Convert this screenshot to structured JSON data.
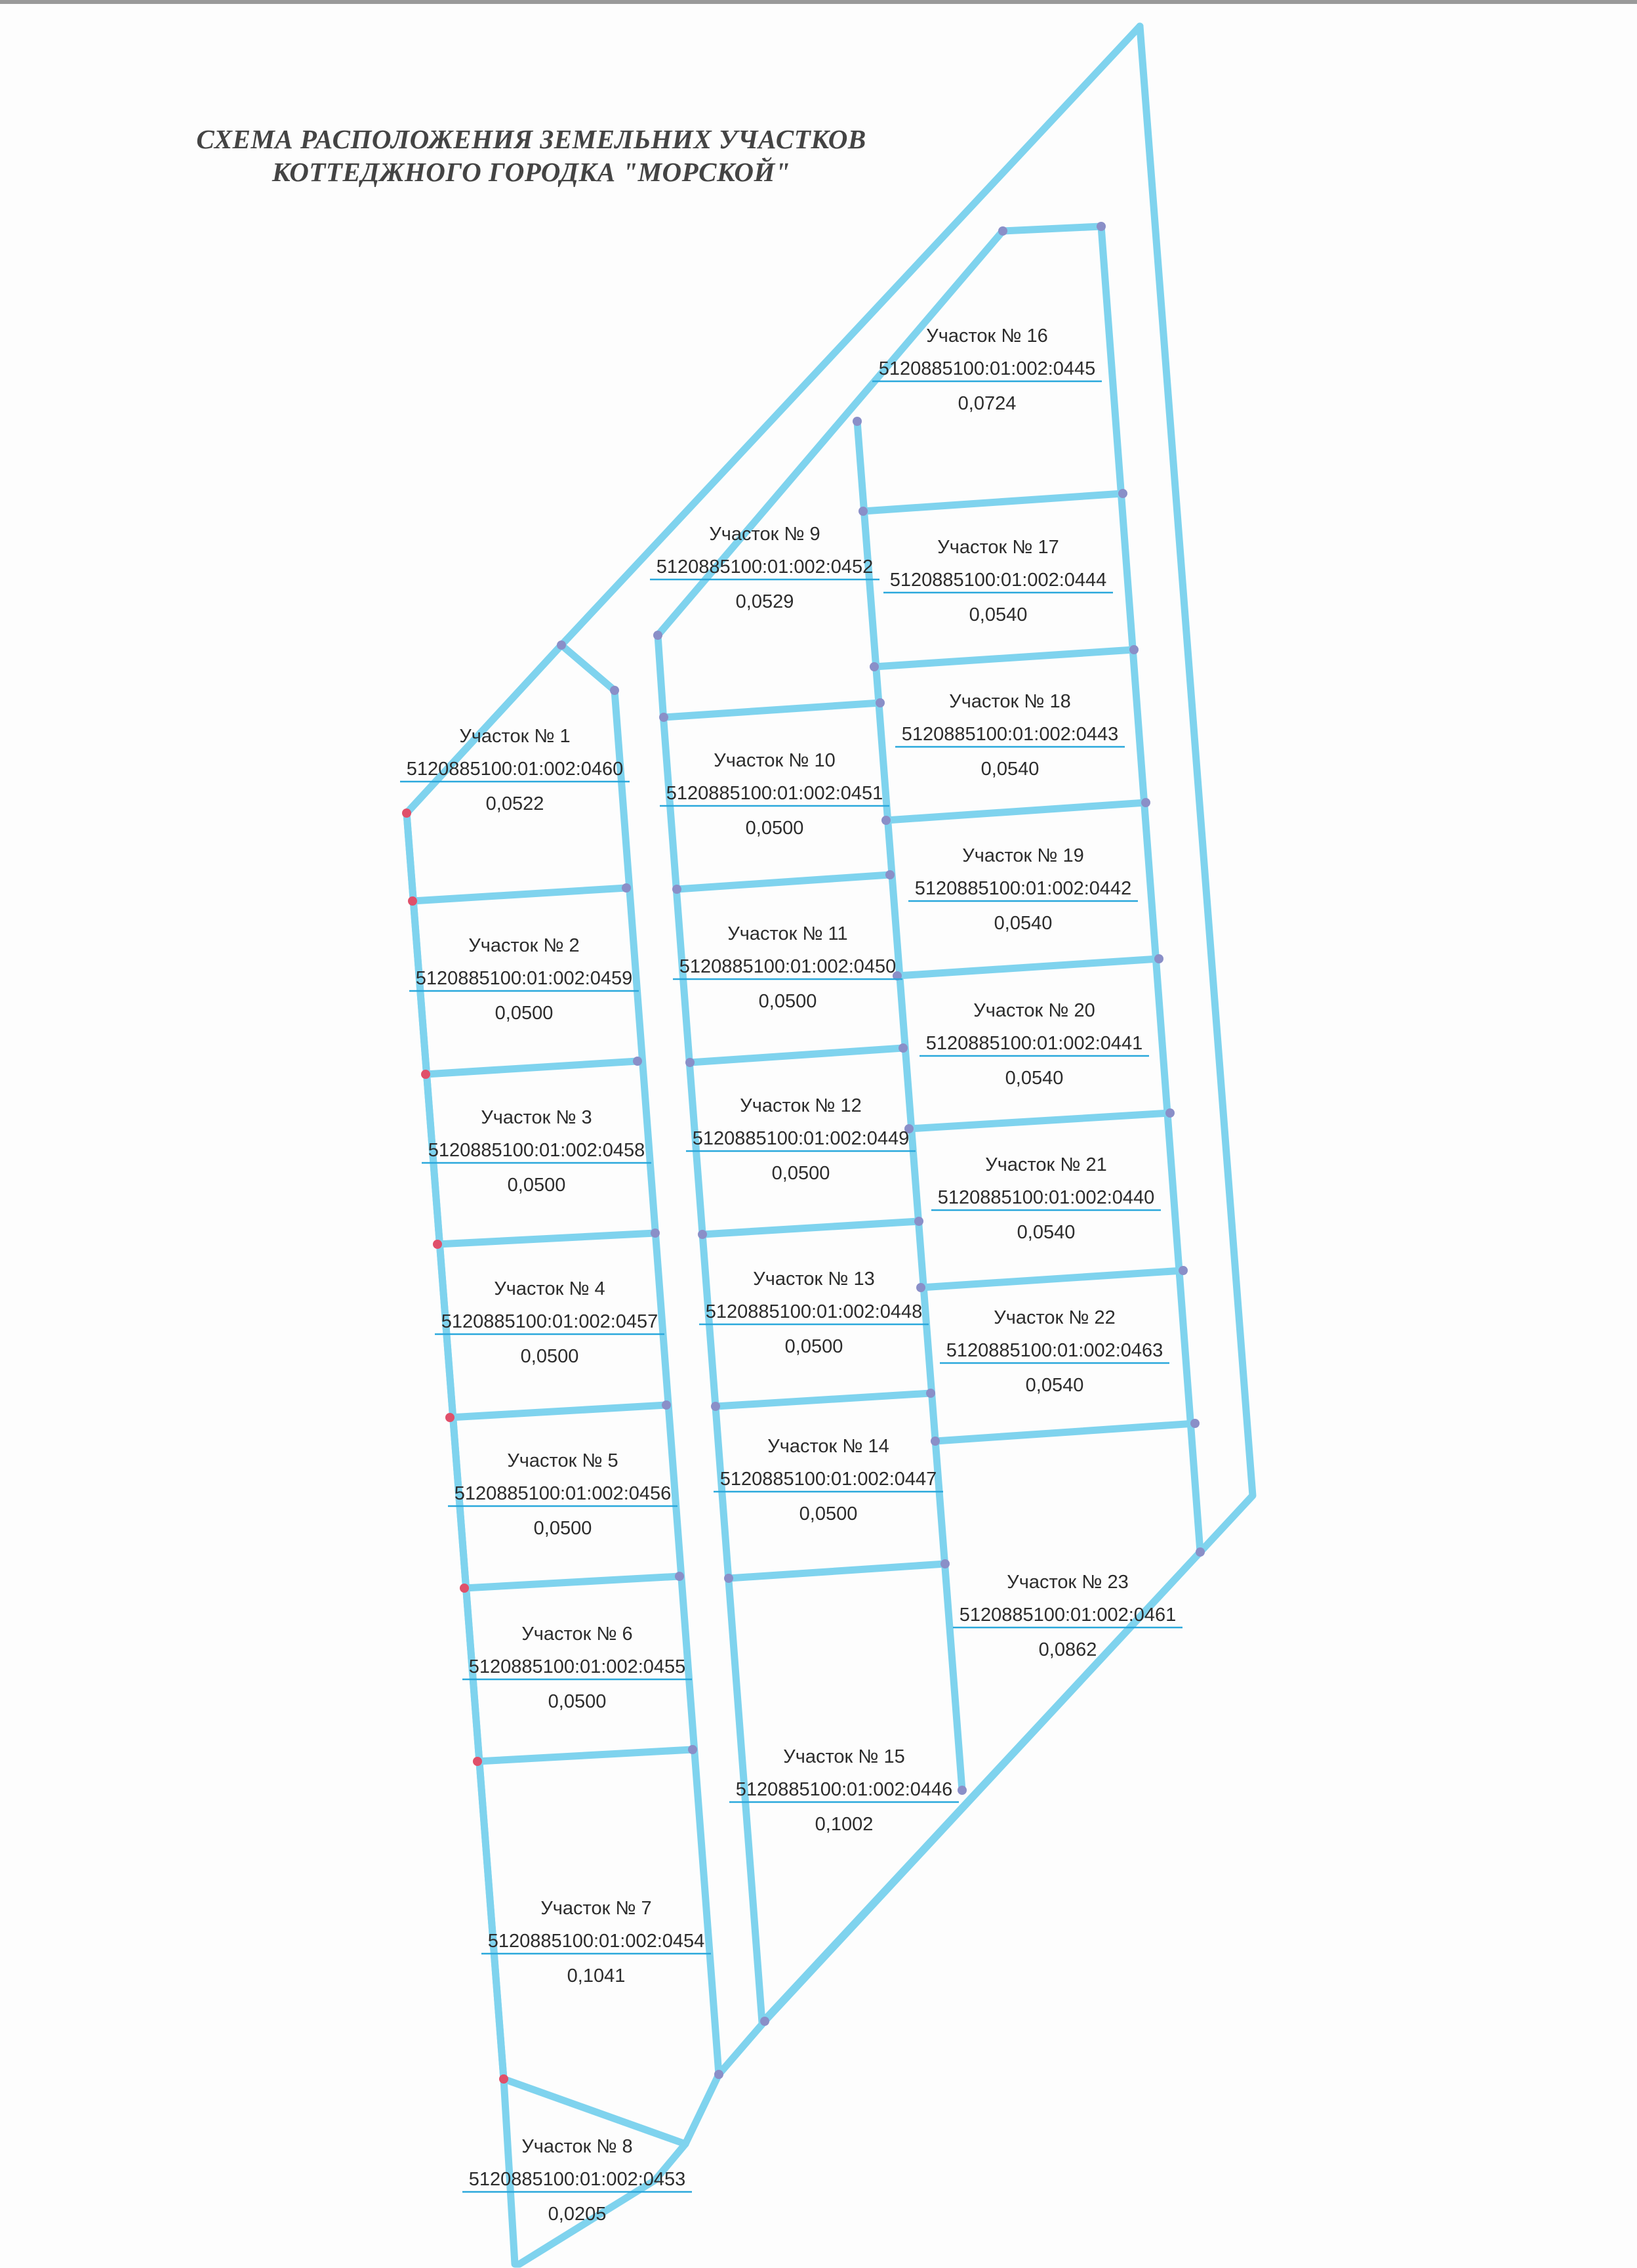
{
  "title": {
    "line1": "СХЕМА РАСПОЛОЖЕНИЯ ЗЕМЕЛЬНИХ УЧАСТКОВ",
    "line2": "КОТТЕДЖНОГО ГОРОДКА \"МОРСКОЙ\""
  },
  "colors": {
    "boundary": "#7fd3ee",
    "vertex_red": "#e0506a",
    "vertex_blue": "#8a8fc8",
    "text": "#2c2c2c",
    "underline": "#2aa8dc"
  },
  "plots": [
    {
      "name": "Участок № 1",
      "cadastral": "5120885100:01:002:0460",
      "area": "0,0522"
    },
    {
      "name": "Участок № 2",
      "cadastral": "5120885100:01:002:0459",
      "area": "0,0500"
    },
    {
      "name": "Участок № 3",
      "cadastral": "5120885100:01:002:0458",
      "area": "0,0500"
    },
    {
      "name": "Участок № 4",
      "cadastral": "5120885100:01:002:0457",
      "area": "0,0500"
    },
    {
      "name": "Участок № 5",
      "cadastral": "5120885100:01:002:0456",
      "area": "0,0500"
    },
    {
      "name": "Участок № 6",
      "cadastral": "5120885100:01:002:0455",
      "area": "0,0500"
    },
    {
      "name": "Участок № 7",
      "cadastral": "5120885100:01:002:0454",
      "area": "0,1041"
    },
    {
      "name": "Участок № 8",
      "cadastral": "5120885100:01:002:0453",
      "area": "0,0205"
    },
    {
      "name": "Участок № 9",
      "cadastral": "5120885100:01:002:0452",
      "area": "0,0529"
    },
    {
      "name": "Участок № 10",
      "cadastral": "5120885100:01:002:0451",
      "area": "0,0500"
    },
    {
      "name": "Участок № 11",
      "cadastral": "5120885100:01:002:0450",
      "area": "0,0500"
    },
    {
      "name": "Участок № 12",
      "cadastral": "5120885100:01:002:0449",
      "area": "0,0500"
    },
    {
      "name": "Участок № 13",
      "cadastral": "5120885100:01:002:0448",
      "area": "0,0500"
    },
    {
      "name": "Участок № 14",
      "cadastral": "5120885100:01:002:0447",
      "area": "0,0500"
    },
    {
      "name": "Участок № 15",
      "cadastral": "5120885100:01:002:0446",
      "area": "0,1002"
    },
    {
      "name": "Участок № 16",
      "cadastral": "5120885100:01:002:0445",
      "area": "0,0724"
    },
    {
      "name": "Участок № 17",
      "cadastral": "5120885100:01:002:0444",
      "area": "0,0540"
    },
    {
      "name": "Участок № 18",
      "cadastral": "5120885100:01:002:0443",
      "area": "0,0540"
    },
    {
      "name": "Участок № 19",
      "cadastral": "5120885100:01:002:0442",
      "area": "0,0540"
    },
    {
      "name": "Участок № 20",
      "cadastral": "5120885100:01:002:0441",
      "area": "0,0540"
    },
    {
      "name": "Участок № 21",
      "cadastral": "5120885100:01:002:0440",
      "area": "0,0540"
    },
    {
      "name": "Участок № 22",
      "cadastral": "5120885100:01:002:0463",
      "area": "0,0540"
    },
    {
      "name": "Участок № 23",
      "cadastral": "5120885100:01:002:0461",
      "area": "0,0862"
    }
  ]
}
